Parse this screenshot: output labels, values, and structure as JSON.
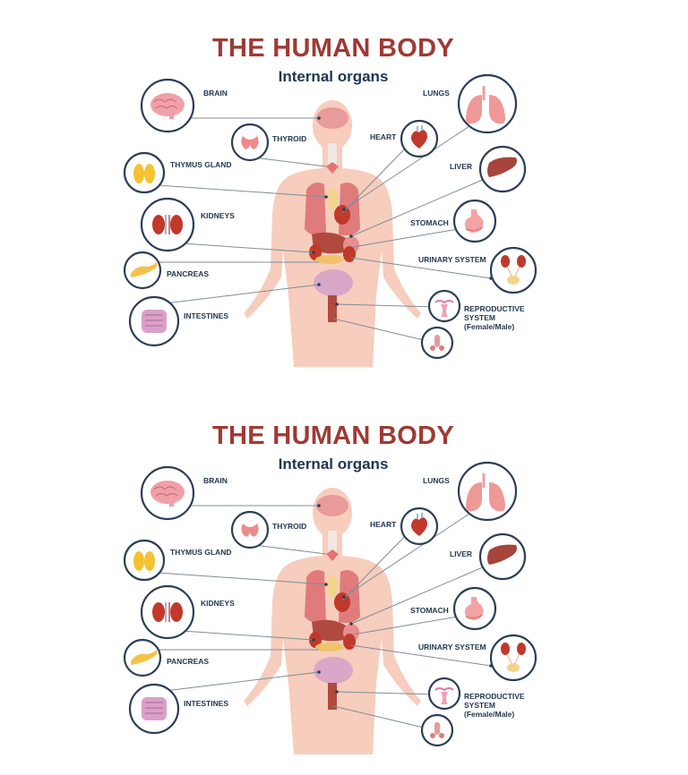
{
  "diagram": {
    "title": "THE HUMAN BODY",
    "subtitle": "Internal organs",
    "labels": {
      "brain": "BRAIN",
      "thyroid": "THYROID",
      "thymus": "THYMUS GLAND",
      "kidneys": "KIDNEYS",
      "pancreas": "PANCREAS",
      "intestines": "INTESTINES",
      "lungs": "LUNGS",
      "heart": "HEART",
      "liver": "LIVER",
      "stomach": "STOMACH",
      "urinary": "URINARY SYSTEM",
      "reproductive_line1": "REPRODUCTIVE",
      "reproductive_line2": "SYSTEM",
      "reproductive_line3": "(Female/Male)"
    },
    "colors": {
      "title": "#9e3a34",
      "subtitle": "#1f3550",
      "label": "#24384f",
      "circle": "#2c3e55",
      "skin": "#f7c9b8",
      "organ": "#e57373"
    }
  }
}
